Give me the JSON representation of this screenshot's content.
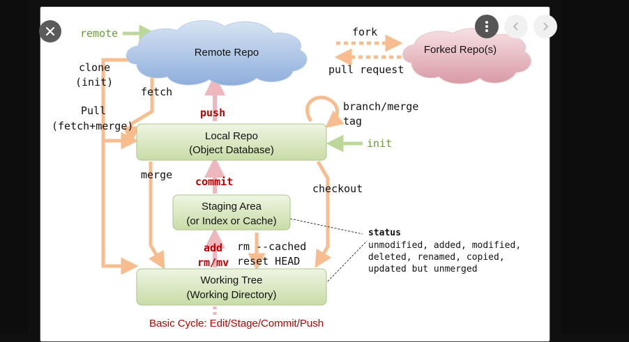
{
  "nodes": {
    "remote_repo": "Remote Repo",
    "forked_repo": "Forked Repo(s)",
    "local_repo_line1": "Local Repo",
    "local_repo_line2": "(Object Database)",
    "staging_line1": "Staging Area",
    "staging_line2": "(or Index or Cache)",
    "working_line1": "Working Tree",
    "working_line2": "(Working Directory)"
  },
  "labels": {
    "remote": "remote",
    "fork": "fork",
    "pull_request": "pull request",
    "clone_line1": "clone",
    "clone_line2": "(init)",
    "fetch": "fetch",
    "pull_line1": "Pull",
    "pull_line2": "(fetch+merge)",
    "push": "push",
    "branch_merge": "branch/merge",
    "tag": "tag",
    "init": "init",
    "merge": "merge",
    "commit": "commit",
    "checkout": "checkout",
    "add": "add",
    "rm_mv": "rm/mv",
    "rm_cached": "rm --cached",
    "reset_head": "reset HEAD",
    "status_title": "status",
    "status_line1": "unmodified, added, modified,",
    "status_line2": "deleted, renamed, copied,",
    "status_line3": "updated but unmerged",
    "basic_cycle": "Basic Cycle: Edit/Stage/Commit/Push"
  },
  "icons": {
    "close": "close-icon",
    "more": "more-vert-icon",
    "prev": "chevron-left-icon",
    "next": "chevron-right-icon"
  },
  "colors": {
    "orange_arrow": "#f8bd8f",
    "pink_arrow": "#eeb7bd",
    "green_arrow": "#bcd79a",
    "red_text": "#c00000",
    "green_text": "#6a9a3a",
    "cloud_blue": "#a8c0e2",
    "cloud_pink": "#e6b9c0",
    "box_green": "#dbe9c3"
  }
}
